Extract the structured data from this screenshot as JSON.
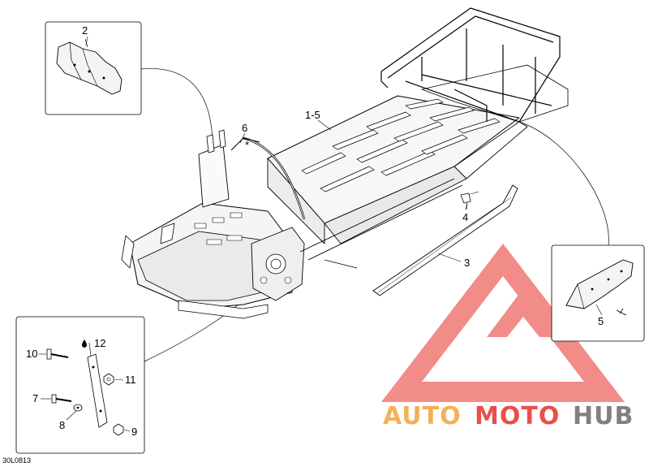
{
  "diagram_code": "30L0813",
  "callouts": {
    "c2": "2",
    "c6": "6",
    "c1_5": "1-5",
    "c4": "4",
    "c3": "3",
    "c5": "5",
    "c10": "10",
    "c12": "12",
    "c11": "11",
    "c7": "7",
    "c8": "8",
    "c9": "9",
    "asterisk": "*"
  },
  "watermark": {
    "auto": "AUTO",
    "moto": "MOTO",
    "hub": "HUB"
  },
  "colors": {
    "line": "#000000",
    "watermark_red": "#e8302a",
    "watermark_orange": "#f2a33a",
    "watermark_gray": "#6b6b6b"
  }
}
